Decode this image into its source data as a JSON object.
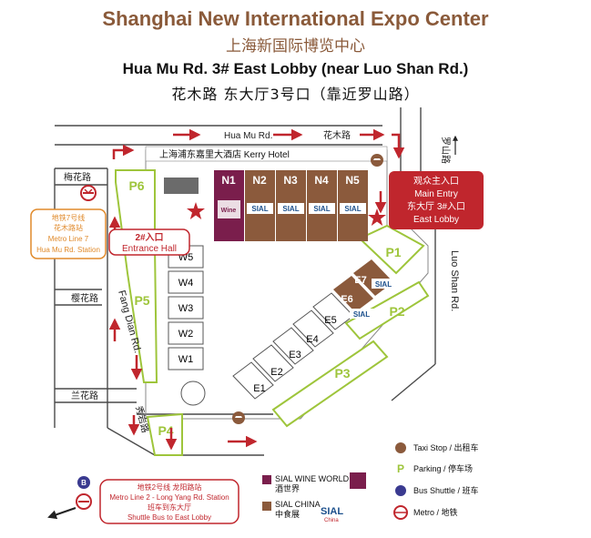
{
  "header": {
    "title_en": "Shanghai New International Expo Center",
    "title_cn": "上海新国际博览中心",
    "subtitle_en": "Hua Mu Rd. 3# East Lobby (near Luo Shan Rd.)",
    "subtitle_cn": "花木路 东大厅3号口（靠近罗山路）"
  },
  "roads": {
    "hua_mu_en": "Hua Mu Rd.",
    "hua_mu_cn": "花木路",
    "luo_shan_en": "Luo Shan Rd.",
    "luo_shan_cn": "罗山路",
    "fang_dian_en": "Fang Dian Rd.",
    "mei_hua_cn": "梅花路",
    "ying_hua_cn": "樱花路",
    "lan_hua_cn": "兰花路",
    "xiu_yan_cn": "秀岩路"
  },
  "hotel": {
    "label": "上海浦东嘉里大酒店  Kerry Hotel"
  },
  "halls": {
    "north": [
      "N1",
      "N2",
      "N3",
      "N4",
      "N5"
    ],
    "west": [
      "W5",
      "W4",
      "W3",
      "W2",
      "W1"
    ],
    "east": [
      "E7",
      "E6",
      "E5",
      "E4",
      "E3",
      "E2",
      "E1"
    ]
  },
  "parking": [
    "P1",
    "P2",
    "P3",
    "P4",
    "P5",
    "P6"
  ],
  "brand": {
    "sial": "SIAL",
    "china_tag": "China",
    "wine_tag": "Wine"
  },
  "main_entry": {
    "cn": "观众主入口",
    "en": "Main  Entry",
    "cn2": "东大厅 3#入口",
    "en2": "East Lobby"
  },
  "entrance_hall": {
    "cn": "2#入口",
    "en": "Entrance Hall"
  },
  "metro7": {
    "line1": "地铁7号线",
    "line2": "花木路站",
    "line3": "Metro Line 7",
    "line4": "Hua Mu Rd. Station"
  },
  "metro2": {
    "line1": "地铁2号线 龙阳路站",
    "line2": "Metro Line 2 - Long Yang Rd. Station",
    "line3": "班车到东大厅",
    "line4": "Shuttle Bus to East Lobby"
  },
  "legend": {
    "wine_en": "SIAL WINE WORLD",
    "wine_cn": "酒世界",
    "china_en": "SIAL CHINA",
    "china_cn": "中食展",
    "taxi": "Taxi Stop / 出租车",
    "parking": "Parking / 停车场",
    "bus": "Bus Shuttle / 班车",
    "metro": "Metro / 地铁"
  },
  "colors": {
    "road": "#4a4a4a",
    "arrow_red": "#c0262d",
    "parking_green": "#9ec53b",
    "wine": "#7a1e4c",
    "china": "#8b5a3c",
    "title": "#8a5a3a"
  }
}
